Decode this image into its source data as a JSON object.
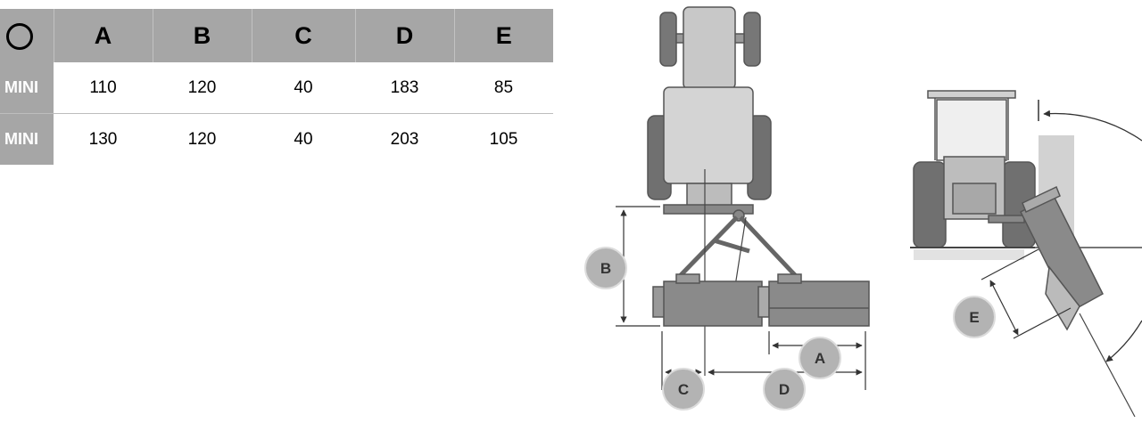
{
  "table": {
    "headers": [
      "A",
      "B",
      "C",
      "D",
      "E"
    ],
    "rows": [
      {
        "model": "MINI",
        "values": [
          "110",
          "120",
          "40",
          "183",
          "85"
        ]
      },
      {
        "model": "MINI",
        "values": [
          "130",
          "120",
          "40",
          "203",
          "105"
        ]
      }
    ]
  },
  "diagram": {
    "labels": {
      "a": "A",
      "b": "B",
      "c": "C",
      "d": "D",
      "e": "E"
    }
  }
}
